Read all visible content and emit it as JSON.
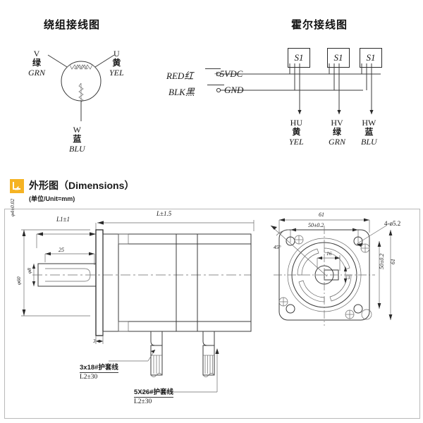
{
  "winding_diagram": {
    "title": "绕组接线图",
    "terminals": [
      {
        "id": "V",
        "phase": "V",
        "color_cn": "绿",
        "color_en": "GRN"
      },
      {
        "id": "U",
        "phase": "U",
        "color_cn": "黄",
        "color_en": "YEL"
      },
      {
        "id": "W",
        "phase": "W",
        "color_cn": "蓝",
        "color_en": "BLU"
      }
    ]
  },
  "hall_diagram": {
    "title": "霍尔接线图",
    "sensor_label": "S1",
    "sensor_count": 3,
    "power_lines": [
      {
        "wire_cn": "RED红",
        "net": "+5VDC"
      },
      {
        "wire_cn": "BLK黑",
        "net": "GND"
      }
    ],
    "outputs": [
      {
        "signal": "HU",
        "color_cn": "黄",
        "color_en": "YEL"
      },
      {
        "signal": "HV",
        "color_cn": "绿",
        "color_en": "GRN"
      },
      {
        "signal": "HW",
        "color_cn": "蓝",
        "color_en": "BLU"
      }
    ]
  },
  "dimensions_section": {
    "icon": "arrow-badge-icon",
    "title": "外形图（Dimensions）",
    "unit_note": "(单位/Unit=mm)",
    "icon_color": "#f5b324",
    "side_view": {
      "length_total": "L±1.5",
      "length_shaft": "L1±1",
      "keyway_length": "25",
      "shaft_diameter": "φ8",
      "pilot_diameter": "φ60",
      "flange_tol": "φ4±0.02",
      "flange_thickness": "3"
    },
    "front_view": {
      "body_width": "61",
      "body_height": "61",
      "bolt_spacing_h": "50±0.2",
      "bolt_spacing_v": "50±0.2",
      "mounting_holes": "4-ø5.2",
      "hub_width": "16",
      "keyway_depth": "3",
      "corner_angle": "45°"
    },
    "cables": [
      {
        "spec": "3x18#护套线",
        "length": "L2±30"
      },
      {
        "spec": "5X26#护套线",
        "length": "L2±30"
      }
    ]
  }
}
